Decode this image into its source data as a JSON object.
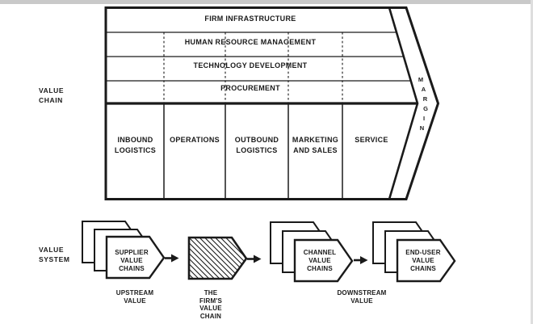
{
  "figure": {
    "kind": "Porter value chain and value system diagram",
    "colors": {
      "ink": "#1a1a1a",
      "background": "#ffffff",
      "scan_strip": "#c9c9c9"
    }
  },
  "value_chain": {
    "side_label": "VALUE\nCHAIN",
    "support_activities": [
      "FIRM INFRASTRUCTURE",
      "HUMAN RESOURCE MANAGEMENT",
      "TECHNOLOGY DEVELOPMENT",
      "PROCUREMENT"
    ],
    "primary_activities": [
      "INBOUND\nLOGISTICS",
      "OPERATIONS",
      "OUTBOUND\nLOGISTICS",
      "MARKETING\nAND SALES",
      "SERVICE"
    ],
    "margin_letters": [
      "M",
      "A",
      "R",
      "G",
      "I",
      "N"
    ]
  },
  "value_system": {
    "side_label": "VALUE\nSYSTEM",
    "supplier": {
      "label": "SUPPLIER\nVALUE\nCHAINS",
      "caption": "UPSTREAM\nVALUE"
    },
    "firm": {
      "caption": "THE\nFIRM'S\nVALUE\nCHAIN"
    },
    "channel": {
      "label": "CHANNEL\nVALUE\nCHAINS",
      "caption": "DOWNSTREAM\nVALUE"
    },
    "end_user": {
      "label": "END-USER\nVALUE\nCHAINS"
    }
  }
}
